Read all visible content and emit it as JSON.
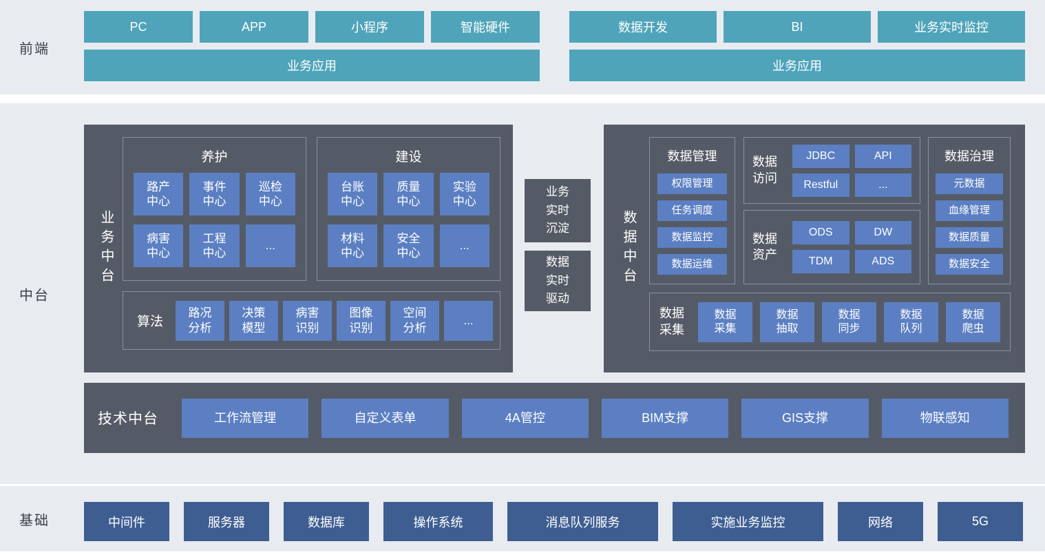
{
  "frontend": {
    "label": "前端",
    "left": {
      "buttons": [
        "PC",
        "APP",
        "小程序",
        "智能硬件"
      ],
      "bar": "业务应用"
    },
    "right": {
      "buttons": [
        "数据开发",
        "BI",
        "业务实时监控"
      ],
      "bar": "业务应用"
    }
  },
  "middle": {
    "label": "中台",
    "business": {
      "side_label": "业务中台",
      "maintenance": {
        "title": "养护",
        "items": [
          "路产\n中心",
          "事件\n中心",
          "巡检\n中心",
          "病害\n中心",
          "工程\n中心",
          "..."
        ]
      },
      "construction": {
        "title": "建设",
        "items": [
          "台账\n中心",
          "质量\n中心",
          "实验\n中心",
          "材料\n中心",
          "安全\n中心",
          "..."
        ]
      },
      "algorithm": {
        "title": "算法",
        "items": [
          "路况\n分析",
          "决策\n模型",
          "病害\n识别",
          "图像\n识别",
          "空间\n分析",
          "..."
        ]
      }
    },
    "connectors": [
      "业务\n实时\n沉淀",
      "数据\n实时\n驱动"
    ],
    "data": {
      "side_label": "数据中台",
      "management": {
        "title": "数据管理",
        "items": [
          "权限管理",
          "任务调度",
          "数据监控",
          "数据运维"
        ]
      },
      "access": {
        "title": "数据\n访问",
        "items": [
          "JDBC",
          "API",
          "Restful",
          "..."
        ]
      },
      "assets": {
        "title": "数据\n资产",
        "items": [
          "ODS",
          "DW",
          "TDM",
          "ADS"
        ]
      },
      "governance": {
        "title": "数据治理",
        "items": [
          "元数据",
          "血缘管理",
          "数据质量",
          "数据安全"
        ]
      },
      "collection": {
        "title": "数据\n采集",
        "items": [
          "数据\n采集",
          "数据\n抽取",
          "数据\n同步",
          "数据\n队列",
          "数据\n爬虫"
        ]
      }
    },
    "tech": {
      "label": "技术中台",
      "items": [
        "工作流管理",
        "自定义表单",
        "4A管控",
        "BIM支撑",
        "GIS支撑",
        "物联感知"
      ]
    }
  },
  "foundation": {
    "label": "基础",
    "items": [
      "中间件",
      "服务器",
      "数据库",
      "操作系统",
      "消息队列服务",
      "实施业务监控",
      "网络",
      "5G"
    ]
  },
  "colors": {
    "teal": "#4fa4ba",
    "dark_container": "#555b66",
    "blue_button": "#5b7fc2",
    "foundation_blue": "#3e5e92",
    "band_background": "#e8ecf0"
  }
}
